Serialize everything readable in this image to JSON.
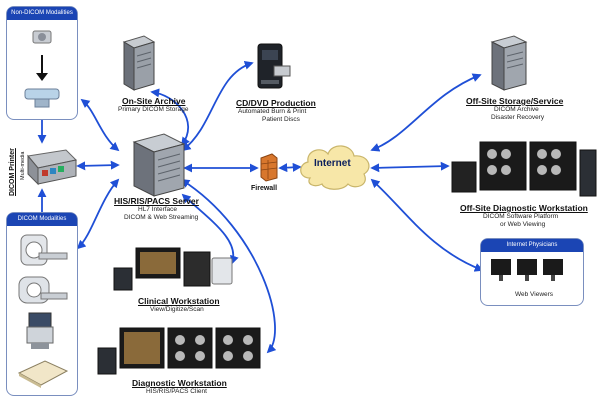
{
  "colors": {
    "arrow": "#1f4fd6",
    "panel_header": "#1b45b4",
    "cloud": "#f7e7a8",
    "firewall": "#d8772d"
  },
  "nondicom": {
    "title": "Non-DICOM Modalities"
  },
  "dicom_modalities": {
    "title": "DICOM Modalities"
  },
  "dicom_printer": {
    "title": "DICOM Printer",
    "sub": "Multi-media"
  },
  "onsite_archive": {
    "title": "On-Site Archive",
    "sub": "Primary DICOM Storage"
  },
  "cd_dvd": {
    "title": "CD/DVD Production",
    "sub1": "Automated Burn & Print",
    "sub2": "Patient Discs"
  },
  "server": {
    "title": "HIS/RIS/PACS Server",
    "sub1": "HL7 Interface",
    "sub2": "DICOM & Web Streaming"
  },
  "firewall": {
    "label": "Firewall"
  },
  "internet": {
    "label": "Internet"
  },
  "offsite_storage": {
    "title": "Off-Site Storage/Service",
    "sub1": "DICOM Archive",
    "sub2": "Disaster Recovery"
  },
  "offsite_diag": {
    "title": "Off-Site Diagnostic Workstation",
    "sub1": "DICOM Software Platform",
    "sub2": "or Web Viewing"
  },
  "internet_physicians": {
    "title": "Internet Physicians",
    "sub": "Web Viewers"
  },
  "clinical_ws": {
    "title": "Clinical Workstation",
    "sub": "View/Digitize/Scan"
  },
  "diagnostic_ws": {
    "title": "Diagnostic Workstation",
    "sub": "HIS/RIS/PACS Client"
  },
  "icons": [
    "server-tower-icon",
    "disc-publisher-icon",
    "firewall-icon",
    "internet-cloud-icon",
    "monitor-icon",
    "ct-scanner-icon",
    "printer-icon"
  ]
}
